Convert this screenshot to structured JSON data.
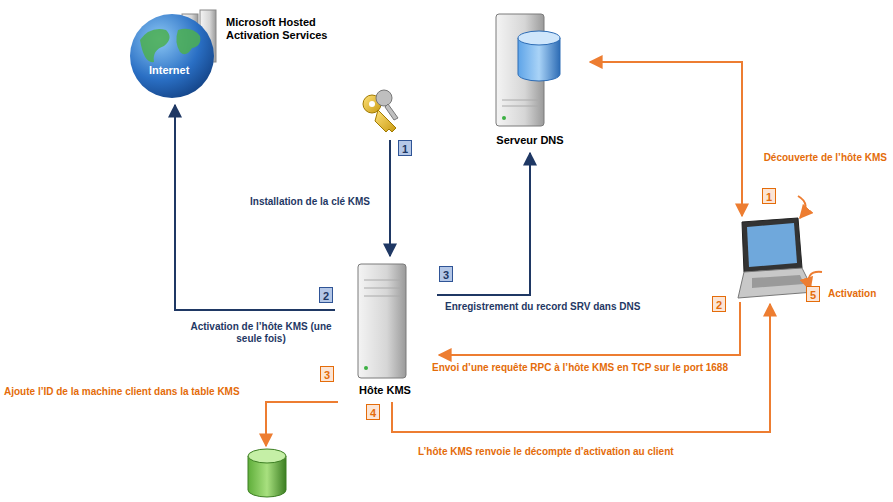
{
  "diagram": {
    "nodes": [
      {
        "text": [
          "Microsoft Hosted Activation Services",
          "Internet"
        ]
      },
      {
        "text": [
          "Serveur DNS"
        ]
      },
      {
        "text": [
          "Hôte KMS"
        ]
      }
    ],
    "edges": [
      {
        "from": 2,
        "to": 0,
        "arrow": "to",
        "label": "Activation de l’hôte KMS (une seule fois)"
      },
      {
        "from": 2,
        "to": 1,
        "arrow": "to",
        "label": "Enregistrement du record SRV dans DNS"
      }
    ],
    "labels": [
      "1",
      "Installation de la clé KMS",
      "2",
      "3",
      "1",
      "Découverte de l’hôte KMS",
      "2",
      "Envoi d’une requête RPC à l’hôte KMS en TCP sur le port 1688",
      "3",
      "Ajoute l’ID de la machine client dans la table KMS",
      "4",
      "L’hôte KMS renvoie le décompte d’activation au client",
      "5",
      "Activation"
    ]
  }
}
